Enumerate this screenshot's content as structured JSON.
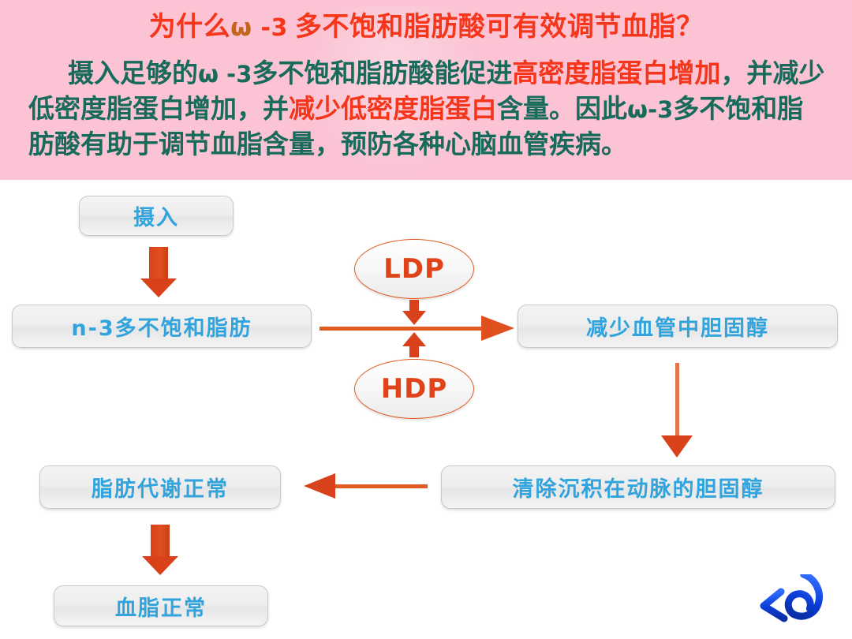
{
  "slide": {
    "title": {
      "prefix": "为什么",
      "omega": "ω",
      "dash3": " -3",
      "suffix": " 多不饱和脂肪酸可有效调节血脂？",
      "full": "为什么ω -3 多不饱和脂肪酸可有效调节血脂？",
      "color": "#f5361a"
    },
    "paragraph": {
      "seg1": "摄入足够的",
      "omega1": "ω",
      "dash3a": " -3",
      "seg2": "多不饱和脂肪酸能促进",
      "highlight1": "高密度脂蛋白增加",
      "seg3": "，并减少低密度脂蛋白增加，并",
      "highlight2": "减少低密度脂蛋白",
      "seg4": "含量。因此",
      "omega2": "ω",
      "dash3b": "-3",
      "seg5": "多不饱和脂肪酸有助于调节血脂含量，预防各种心脑血管疾病。",
      "full": "摄入足够的ω -3多不饱和脂肪酸能促进高密度脂蛋白增加，并减少低密度脂蛋白增加，并减少低密度脂蛋白含量。因此ω-3多不饱和脂肪酸有助于调节血脂含量，预防各种心脑血管疾病。",
      "text_color": "#186b5b",
      "highlight_color": "#f5361a"
    },
    "background_band_color": "#fbc3d4",
    "page_background_color": "#ffffff"
  },
  "diagram": {
    "node_text_color": "#31a3dd",
    "arrow_color": "#d9411a",
    "oval_text_color": "#e0431a",
    "nodes": {
      "intake": "摄入",
      "n3_fat": "n-3多不饱和脂肪",
      "reduce_vessel_cholesterol": "减少血管中胆固醇",
      "clear_artery_cholesterol": "清除沉积在动脉的胆固醇",
      "fat_metabolism_normal": "脂肪代谢正常",
      "blood_lipid_normal": "血脂正常"
    },
    "lipoproteins": {
      "ldp": "LDP",
      "hdp": "HDP"
    }
  },
  "footer": {
    "back_icon_name": "back-arrow-icon",
    "back_icon_color": "#0b3fd8"
  }
}
